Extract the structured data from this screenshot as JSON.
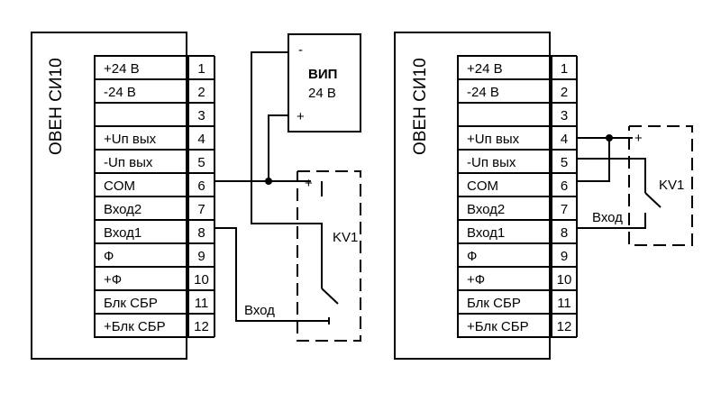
{
  "device_title": "ОВЕН СИ10",
  "terminals": [
    {
      "num": "1",
      "label": "+24 В"
    },
    {
      "num": "2",
      "label": "-24 В"
    },
    {
      "num": "3",
      "label": ""
    },
    {
      "num": "4",
      "label": "+Uп вых"
    },
    {
      "num": "5",
      "label": "-Uп вых"
    },
    {
      "num": "6",
      "label": "COM"
    },
    {
      "num": "7",
      "label": "Вход2"
    },
    {
      "num": "8",
      "label": "Вход1"
    },
    {
      "num": "9",
      "label": "Ф"
    },
    {
      "num": "10",
      "label": "+Ф"
    },
    {
      "num": "11",
      "label": "Блк СБР"
    },
    {
      "num": "12",
      "label": "+Блк СБР"
    }
  ],
  "left": {
    "psu_title": "ВИП",
    "psu_voltage": "24 В",
    "minus": "-",
    "plus": "+",
    "relay_plus": "+",
    "relay_label": "KV1",
    "input_label": "Вход"
  },
  "right": {
    "relay_plus": "+",
    "relay_label": "KV1",
    "input_label": "Вход"
  }
}
